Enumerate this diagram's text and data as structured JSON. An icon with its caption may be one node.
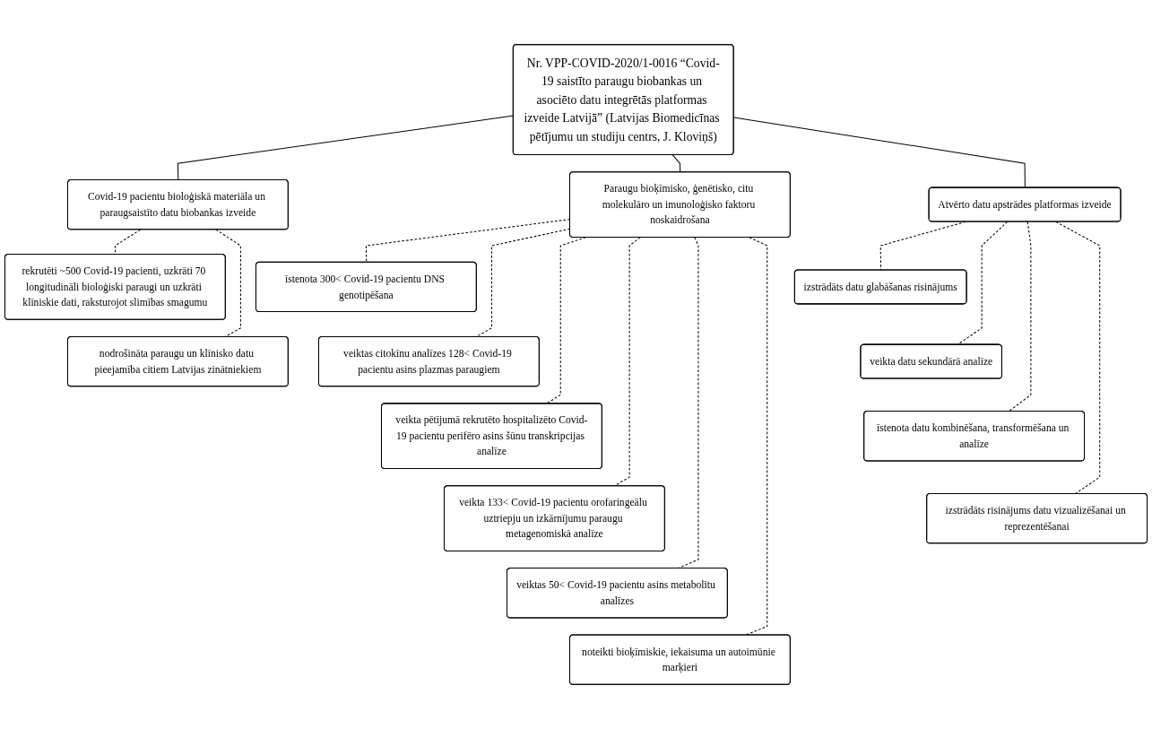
{
  "diagram": {
    "nodes": [
      {
        "text": [
          "Nr. VPP-COVID-2020/1-0016 “Covid-19 saistīto paraugu biobankas un asociēto datu integrētās platformas izveide Latvijā” (Latvijas Biomedicīnas pētījumu un studiju centrs, J. Kloviņš)"
        ]
      },
      {
        "text": [
          "Covid-19 pacientu bioloģiskā materiāla un paraugsaistīto datu biobankas izveide"
        ]
      },
      {
        "text": [
          "Paraugu bioķīmisko, ģenētisko, citu molekulāro un imunoloģisko faktoru noskaidrošana"
        ]
      },
      {
        "text": [
          "Atvērto datu apstrādes platformas izveide"
        ]
      },
      {
        "text": [
          "rekrutēti ~500 Covid-19 pacienti, uzkrāti 70 longitudināli bioloģiski paraugi un uzkrāti klīniskie dati, raksturojot slimības smagumu"
        ]
      },
      {
        "text": [
          "nodrošināta paraugu un klīnisko datu pieejamība citiem Latvijas zinātniekiem"
        ]
      },
      {
        "text": [
          "īstenota 300< Covid-19 pacientu DNS genotipēšana"
        ]
      },
      {
        "text": [
          "veiktas citokīnu analīzes 128< Covid-19 pacientu asins plazmas paraugiem"
        ]
      },
      {
        "text": [
          "veikta pētījumā rekrutēto hospitalizēto Covid-19 pacientu perifēro asins šūnu transkripcijas analīze"
        ]
      },
      {
        "text": [
          "veikta 133< Covid-19 pacientu orofaringeālu uztriepju un izkārnījumu paraugu metagenomiskā analīze"
        ]
      },
      {
        "text": [
          "veiktas 50< Covid-19 pacientu asins metabolītu analīzes"
        ]
      },
      {
        "text": [
          "noteikti bioķīmiskie, iekaisuma un autoimūnie marķieri"
        ]
      },
      {
        "text": [
          "izstrādāts datu glabāšanas risinājums"
        ]
      },
      {
        "text": [
          "veikta datu sekundārā analīze"
        ]
      },
      {
        "text": [
          "īstenota datu kombinēšana, transformēšana un analīze"
        ]
      },
      {
        "text": [
          "izstrādāts risinājums datu vizualizēšanai un reprezentēšanai"
        ]
      }
    ],
    "edges": [
      {
        "from": 0,
        "to": 1,
        "arrow": "none"
      },
      {
        "from": 0,
        "to": 2,
        "arrow": "none"
      },
      {
        "from": 0,
        "to": 3,
        "arrow": "none"
      },
      {
        "from": 1,
        "to": 4,
        "arrow": "none",
        "style": "dashed"
      },
      {
        "from": 1,
        "to": 5,
        "arrow": "none",
        "style": "dashed"
      },
      {
        "from": 2,
        "to": 6,
        "arrow": "none",
        "style": "dashed"
      },
      {
        "from": 2,
        "to": 7,
        "arrow": "none",
        "style": "dashed"
      },
      {
        "from": 2,
        "to": 8,
        "arrow": "none",
        "style": "dashed"
      },
      {
        "from": 2,
        "to": 9,
        "arrow": "none",
        "style": "dashed"
      },
      {
        "from": 2,
        "to": 10,
        "arrow": "none",
        "style": "dashed"
      },
      {
        "from": 2,
        "to": 11,
        "arrow": "none",
        "style": "dashed"
      },
      {
        "from": 3,
        "to": 12,
        "arrow": "none",
        "style": "dashed"
      },
      {
        "from": 3,
        "to": 13,
        "arrow": "none",
        "style": "dashed"
      },
      {
        "from": 3,
        "to": 14,
        "arrow": "none",
        "style": "dashed"
      },
      {
        "from": 3,
        "to": 15,
        "arrow": "none",
        "style": "dashed"
      }
    ]
  }
}
